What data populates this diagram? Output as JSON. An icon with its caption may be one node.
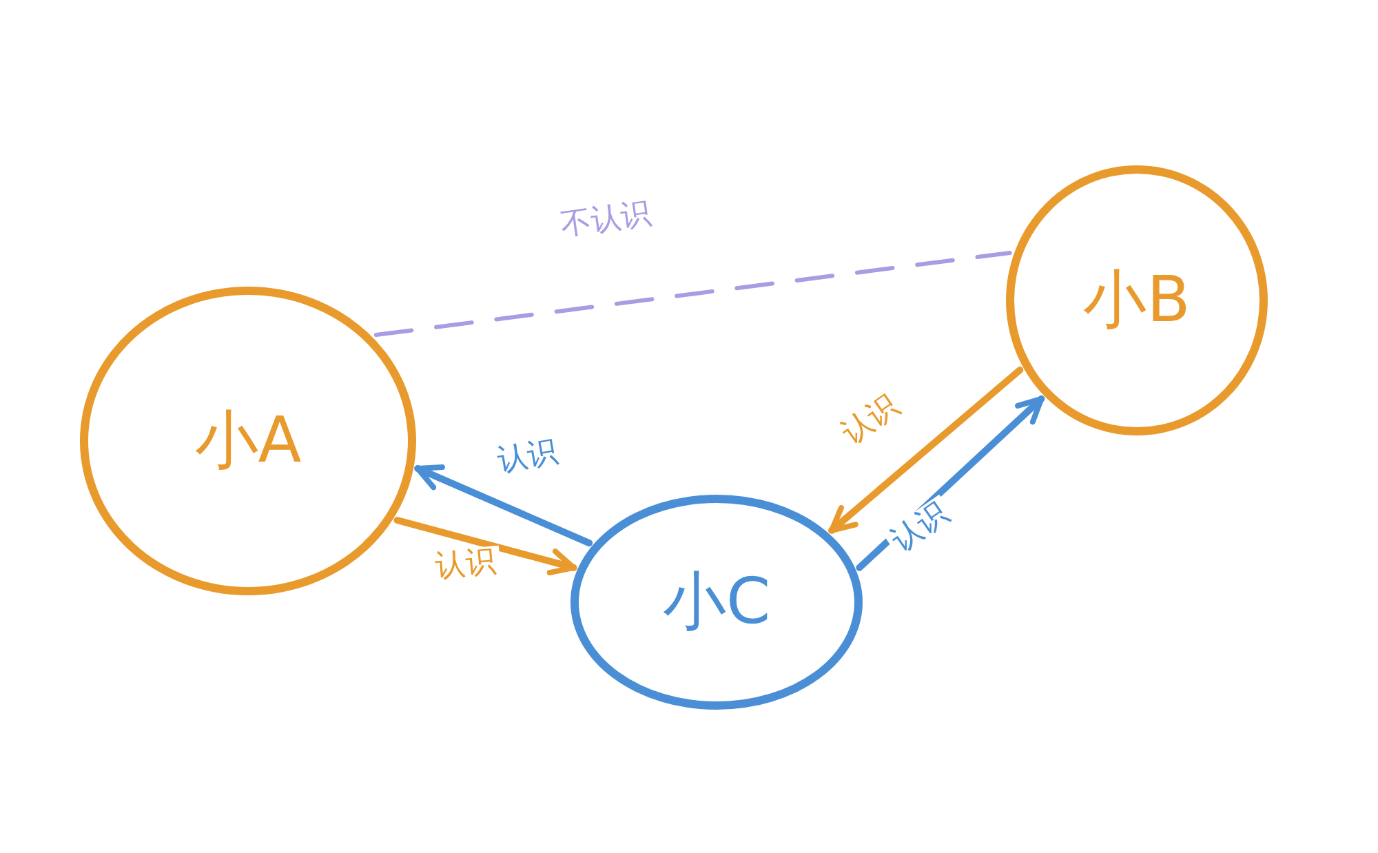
{
  "diagram": {
    "nodes": [
      {
        "text": [
          "小A"
        ]
      },
      {
        "text": [
          "小B"
        ]
      },
      {
        "text": [
          "小C"
        ]
      }
    ],
    "edges": [
      {
        "from": 0,
        "to": 1,
        "arrow": "none",
        "label": "不认识",
        "style": "dashed",
        "color": "#a99ce3"
      },
      {
        "from": 2,
        "to": 0,
        "arrow": "to",
        "label": "认识",
        "color": "#4a8fd6"
      },
      {
        "from": 0,
        "to": 2,
        "arrow": "to",
        "label": "认识",
        "color": "#e89a2c"
      },
      {
        "from": 1,
        "to": 2,
        "arrow": "to",
        "label": "认识",
        "color": "#e89a2c"
      },
      {
        "from": 2,
        "to": 1,
        "arrow": "to",
        "label": "认识",
        "color": "#4a8fd6"
      }
    ]
  }
}
